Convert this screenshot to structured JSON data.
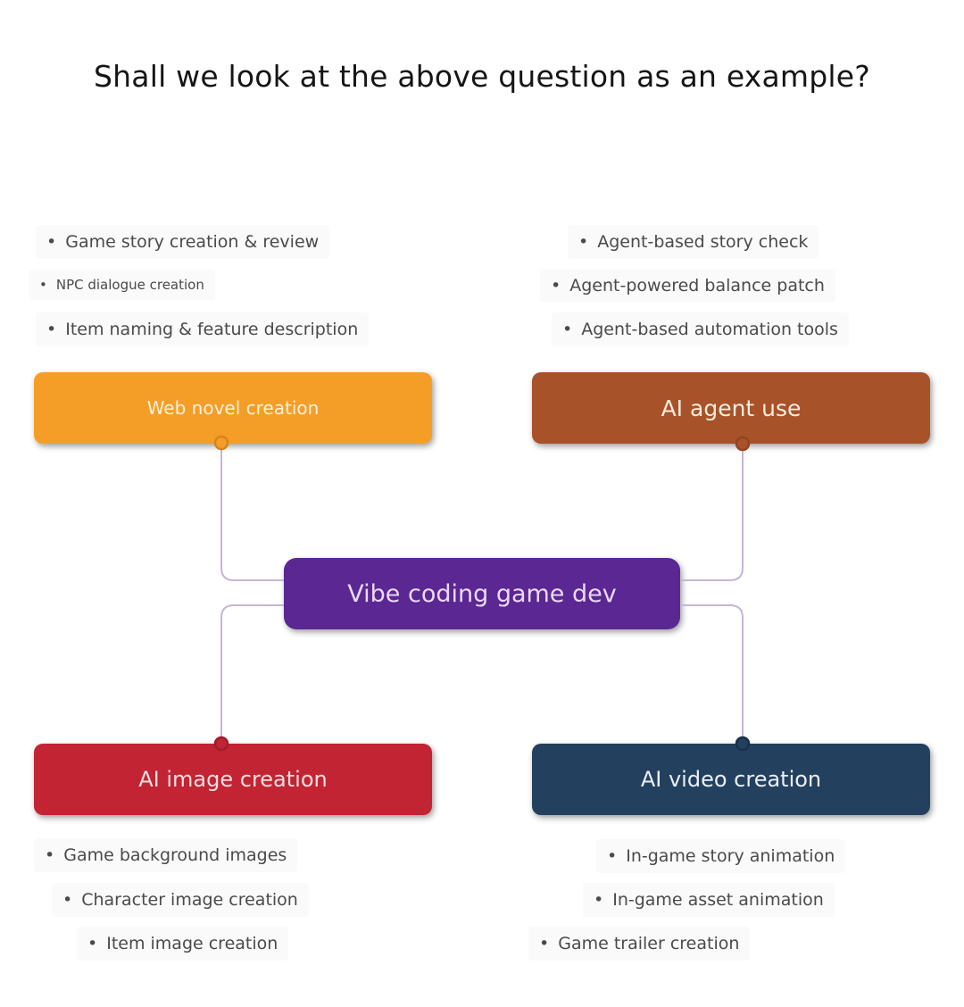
{
  "title": "Shall we look at the above question as an example?",
  "ui": {
    "bullet_char": "•"
  },
  "connector_color": "#c5b5d7",
  "center": {
    "label": "Vibe coding game dev",
    "color": "#5a2793"
  },
  "quadrants": {
    "top_left": {
      "node_label": "Web novel creation",
      "node_color": "#f59e27",
      "bullets": [
        "Game story creation & review",
        "NPC dialogue creation",
        "Item naming & feature description"
      ]
    },
    "top_right": {
      "node_label": "AI agent use",
      "node_color": "#a8522a",
      "bullets": [
        "Agent-based story check",
        "Agent-powered balance patch",
        "Agent-based automation tools"
      ]
    },
    "bottom_left": {
      "node_label": "AI image creation",
      "node_color": "#c22433",
      "bullets": [
        "Game background images",
        "Character image creation",
        "Item image creation"
      ]
    },
    "bottom_right": {
      "node_label": "AI video creation",
      "node_color": "#24405f",
      "bullets": [
        "In-game story animation",
        "In-game asset animation",
        "Game trailer creation"
      ]
    }
  }
}
